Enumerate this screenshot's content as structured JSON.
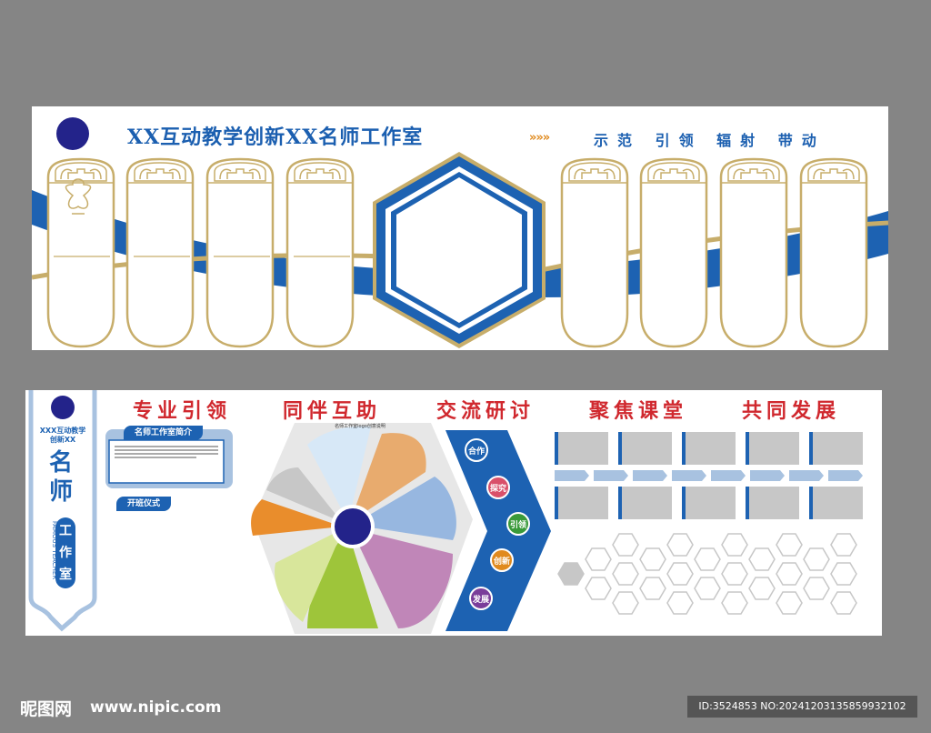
{
  "top_board": {
    "title": "XX互动教学创新XX名师工作室",
    "arrows": "»»»",
    "slogan": "示范 引领 辐射 带动"
  },
  "bottom_board": {
    "side": {
      "subtitle_line1": "XXX互动教学",
      "subtitle_line2": "创新XX",
      "name_char1": "名",
      "name_char2": "师",
      "english": "FAMOUS TEACHER",
      "badge_chars": [
        "工",
        "作",
        "室"
      ]
    },
    "categories": [
      "专业引领",
      "同伴互助",
      "交流研讨",
      "聚焦课堂",
      "共同发展"
    ],
    "intro_label": "名师工作室简介",
    "ceremony_label": "开班仪式",
    "hex_caption": "名师工作室logo创意说明",
    "flow_items": [
      {
        "label": "合作",
        "color": "#1d62b2"
      },
      {
        "label": "探究",
        "color": "#d9506a"
      },
      {
        "label": "引领",
        "color": "#3a9a3a"
      },
      {
        "label": "创新",
        "color": "#e08a1e"
      },
      {
        "label": "发展",
        "color": "#7a3d9a"
      }
    ]
  },
  "footer": {
    "logo": "昵图网",
    "url": "www.nipic.com",
    "id_text": "ID:3524853 NO:20241203135859932102"
  },
  "colors": {
    "brand_blue": "#1d62b2",
    "gold": "#c7ad6a",
    "navy": "#23238a",
    "red": "#d0282e",
    "background": "#858585"
  }
}
